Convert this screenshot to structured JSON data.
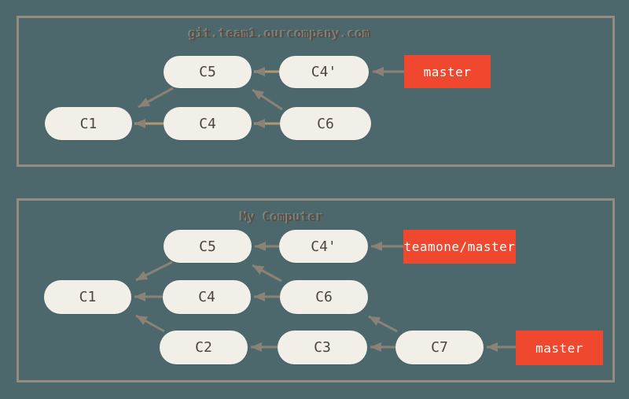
{
  "figure": {
    "description": "Git commit history diagram showing a remote repository and a local clone after an upstream rebase",
    "colors": {
      "background": "#4d686d",
      "box_border": "#948c81",
      "title_text": "#584f46",
      "commit_fill": "#f1efe7",
      "commit_text": "#4c463d",
      "branch_fill": "#f0482f",
      "branch_text": "#ffffff",
      "arrow_gray": "#8b8275",
      "arrow_tan": "#b2976d"
    }
  },
  "remote_box": {
    "title": "git.team1.ourcompany.com",
    "commits": {
      "c1": "C1",
      "c4": "C4",
      "c5": "C5",
      "c4_prime": "C4'",
      "c6": "C6"
    },
    "branch_master": "master",
    "edges": [
      {
        "from": "C5",
        "to": "C1"
      },
      {
        "from": "C4",
        "to": "C1"
      },
      {
        "from": "C4'",
        "to": "C5"
      },
      {
        "from": "C6",
        "to": "C5"
      },
      {
        "from": "C6",
        "to": "C4"
      },
      {
        "from": "master",
        "to": "C4'"
      }
    ]
  },
  "local_box": {
    "title": "My Computer",
    "commits": {
      "c1": "C1",
      "c4": "C4",
      "c5": "C5",
      "c4_prime": "C4'",
      "c6": "C6",
      "c2": "C2",
      "c3": "C3",
      "c7": "C7"
    },
    "branch_teamone": "teamone/master",
    "branch_master": "master",
    "edges": [
      {
        "from": "C5",
        "to": "C1"
      },
      {
        "from": "C4",
        "to": "C1"
      },
      {
        "from": "C2",
        "to": "C1"
      },
      {
        "from": "C4'",
        "to": "C5"
      },
      {
        "from": "C6",
        "to": "C5"
      },
      {
        "from": "C6",
        "to": "C4"
      },
      {
        "from": "C3",
        "to": "C2"
      },
      {
        "from": "C7",
        "to": "C3"
      },
      {
        "from": "C7",
        "to": "C6"
      },
      {
        "from": "teamone/master",
        "to": "C4'"
      },
      {
        "from": "master",
        "to": "C7"
      }
    ]
  }
}
